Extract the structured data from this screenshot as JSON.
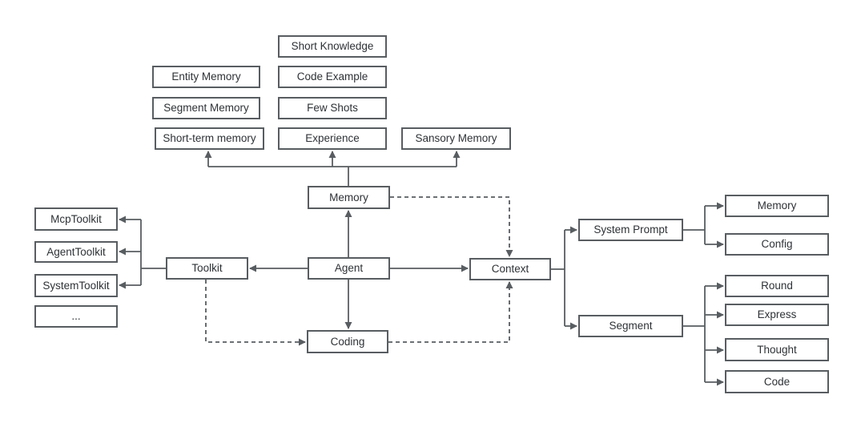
{
  "colors": {
    "background": "#ffffff",
    "node_fill": "#ffffff",
    "stroke": "#585d61",
    "text": "#2e3236"
  },
  "nodes": {
    "short_knowledge": "Short Knowledge",
    "entity_memory": "Entity Memory",
    "code_example": "Code Example",
    "segment_memory": "Segment Memory",
    "few_shots": "Few Shots",
    "short_term_memory": "Short-term memory",
    "experience": "Experience",
    "sansory_memory": "Sansory Memory",
    "memory_hub": "Memory",
    "toolkit": "Toolkit",
    "agent": "Agent",
    "context": "Context",
    "coding": "Coding",
    "mcp_toolkit": "McpToolkit",
    "agent_toolkit": "AgentToolkit",
    "system_toolkit": "SystemToolkit",
    "more_toolkits": "...",
    "system_prompt": "System Prompt",
    "segment": "Segment",
    "context_memory": "Memory",
    "config": "Config",
    "round": "Round",
    "express": "Express",
    "thought": "Thought",
    "code": "Code"
  },
  "edges": [
    {
      "from": "Memory",
      "to": "Short-term memory",
      "style": "solid",
      "arrow": "end"
    },
    {
      "from": "Memory",
      "to": "Experience",
      "style": "solid",
      "arrow": "end"
    },
    {
      "from": "Memory",
      "to": "Sansory Memory",
      "style": "solid",
      "arrow": "end"
    },
    {
      "from": "Agent",
      "to": "Memory",
      "style": "solid",
      "arrow": "end"
    },
    {
      "from": "Agent",
      "to": "Toolkit",
      "style": "solid",
      "arrow": "end"
    },
    {
      "from": "Agent",
      "to": "Context",
      "style": "solid",
      "arrow": "end"
    },
    {
      "from": "Agent",
      "to": "Coding",
      "style": "solid",
      "arrow": "end"
    },
    {
      "from": "Toolkit",
      "to": "McpToolkit",
      "style": "solid",
      "arrow": "end"
    },
    {
      "from": "Toolkit",
      "to": "AgentToolkit",
      "style": "solid",
      "arrow": "end"
    },
    {
      "from": "Toolkit",
      "to": "SystemToolkit",
      "style": "solid",
      "arrow": "end"
    },
    {
      "from": "Context",
      "to": "System Prompt",
      "style": "solid",
      "arrow": "end"
    },
    {
      "from": "Context",
      "to": "Segment",
      "style": "solid",
      "arrow": "end"
    },
    {
      "from": "System Prompt",
      "to": "Memory",
      "style": "solid",
      "arrow": "end"
    },
    {
      "from": "System Prompt",
      "to": "Config",
      "style": "solid",
      "arrow": "end"
    },
    {
      "from": "Segment",
      "to": "Round",
      "style": "solid",
      "arrow": "end"
    },
    {
      "from": "Segment",
      "to": "Express",
      "style": "solid",
      "arrow": "end"
    },
    {
      "from": "Segment",
      "to": "Thought",
      "style": "solid",
      "arrow": "end"
    },
    {
      "from": "Segment",
      "to": "Code",
      "style": "solid",
      "arrow": "end"
    },
    {
      "from": "Memory",
      "to": "Context",
      "style": "dashed",
      "arrow": "end"
    },
    {
      "from": "Toolkit",
      "to": "Coding",
      "style": "dashed",
      "arrow": "end"
    },
    {
      "from": "Coding",
      "to": "Context",
      "style": "dashed",
      "arrow": "end"
    }
  ]
}
